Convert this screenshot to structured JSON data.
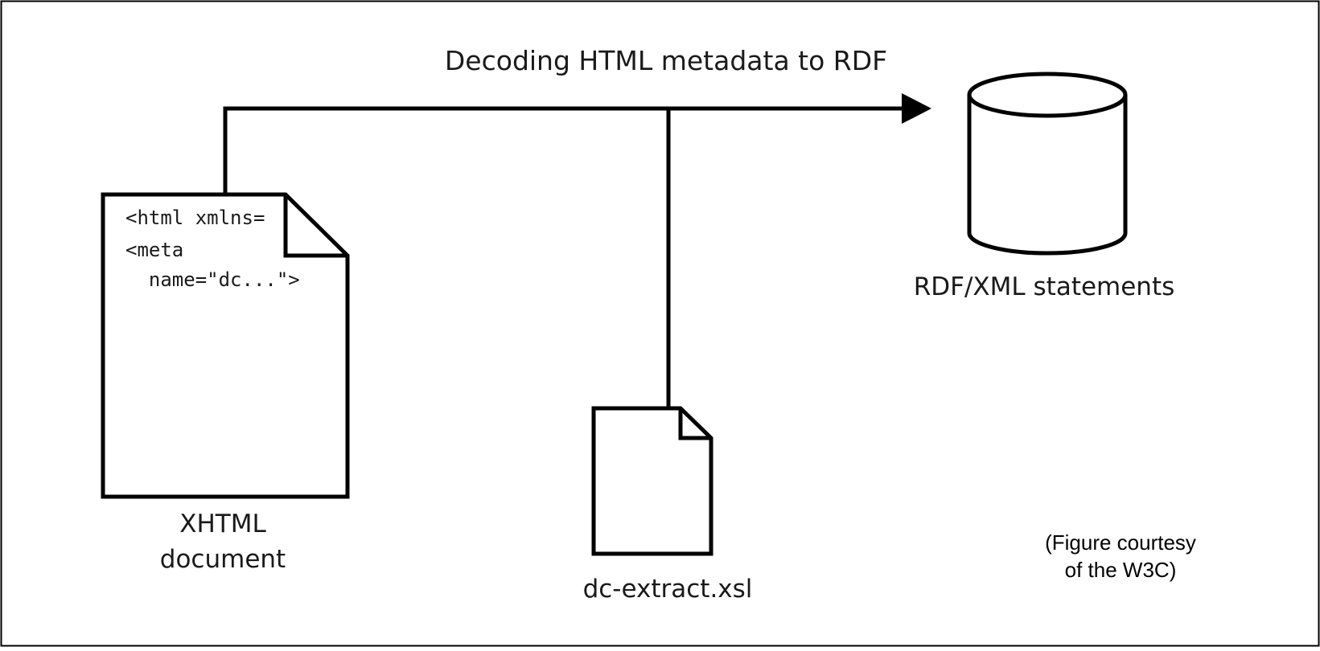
{
  "diagram": {
    "title": "Decoding HTML metadata to RDF",
    "source_document": {
      "code_lines": [
        "<html xmlns=",
        "<meta",
        "  name=\"dc...\">"
      ],
      "label_lines": [
        "XHTML",
        "document"
      ]
    },
    "stylesheet": {
      "label": "dc-extract.xsl"
    },
    "output_store": {
      "label": "RDF/XML statements"
    },
    "credit_lines": [
      "(Figure courtesy",
      "of the W3C)"
    ]
  },
  "colors": {
    "stroke": "#000000",
    "background": "#ffffff"
  }
}
